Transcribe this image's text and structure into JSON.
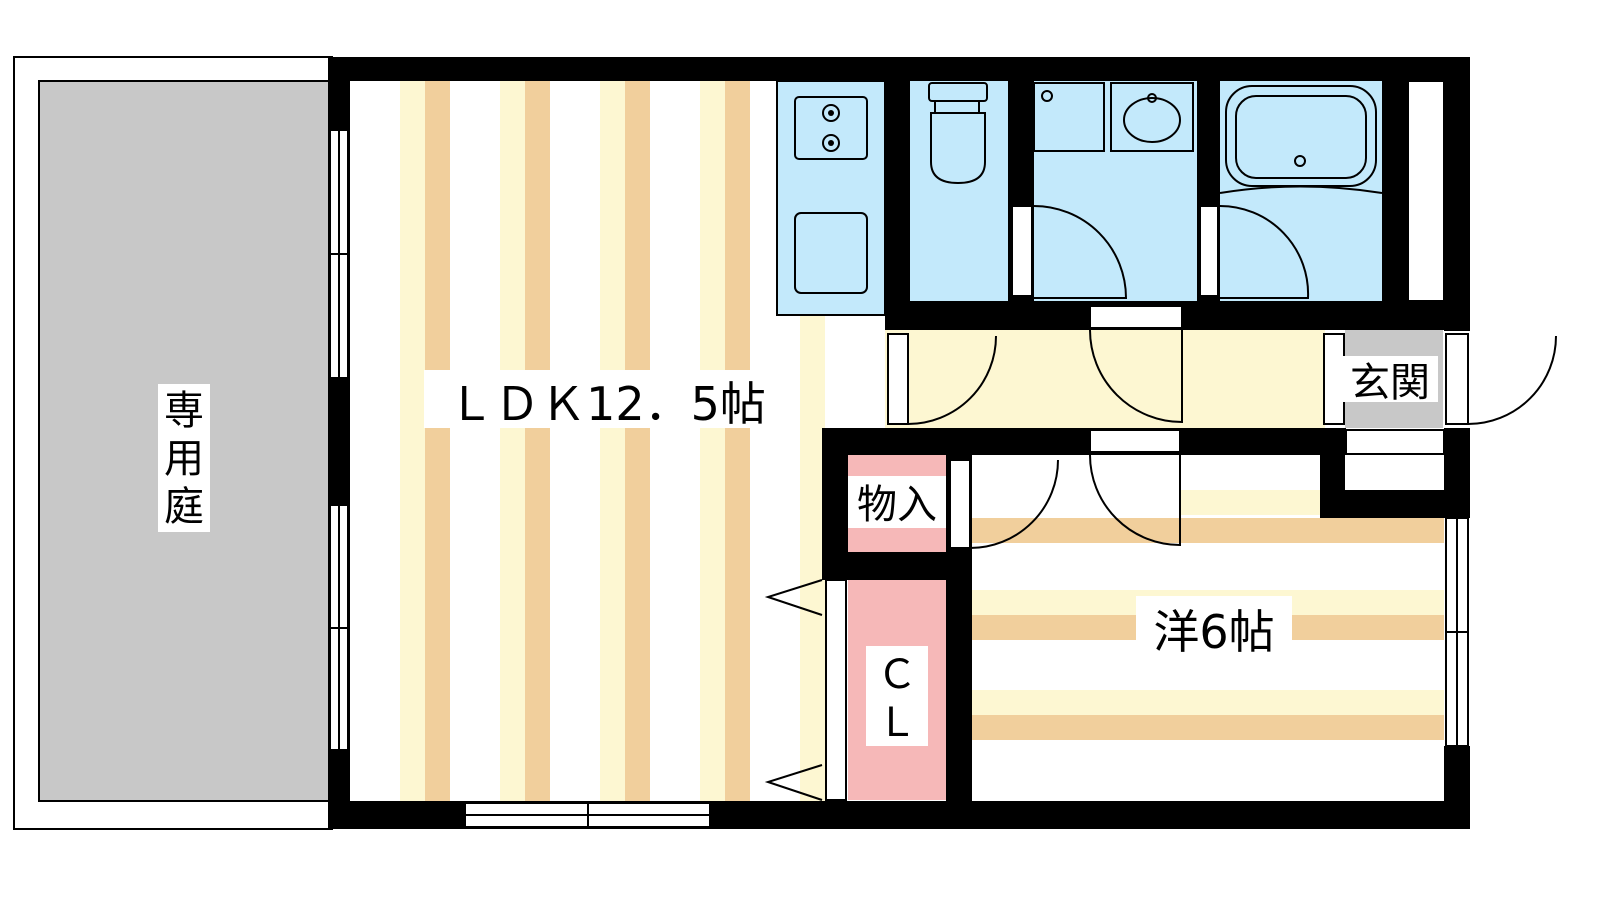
{
  "rooms": {
    "garden": {
      "label": "専用庭"
    },
    "ldk": {
      "label": "ＬＤＫ12．5帖"
    },
    "western_room": {
      "label": "洋6帖"
    },
    "storage": {
      "label": "物入"
    },
    "closet": {
      "label": "ＣＬ"
    },
    "entrance": {
      "label": "玄関"
    }
  },
  "colors": {
    "wall": "#000000",
    "floor_stripe": "#f1cf9c",
    "floor_light": "#fdf7d2",
    "wet_area": "#c3e9fb",
    "hallway": "#fdf7d2",
    "storage": "#f6b8b8",
    "garden": "#c8c8c8",
    "entrance_floor": "#c8c8c8"
  },
  "icons": [
    "stove-icon",
    "sink-icon",
    "toilet-icon",
    "washbasin-icon",
    "bathtub-icon"
  ]
}
